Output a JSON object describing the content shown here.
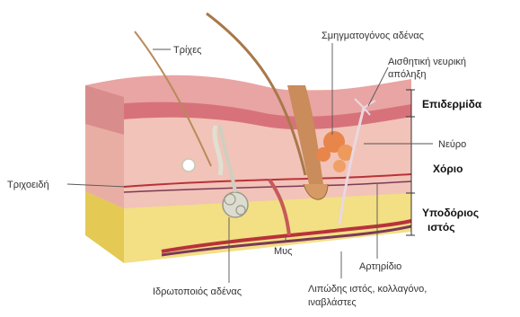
{
  "labels": {
    "hairs": "Τρίχες",
    "sebaceous_gland": "Σμηγματογόνος αδένας",
    "sensory_nerve_ending_line1": "Αισθητική νευρική",
    "sensory_nerve_ending_line2": "απόληξη",
    "epidermis": "Επιδερμίδα",
    "nerve": "Νεύρο",
    "dermis": "Χόριο",
    "capillary": "Τριχοειδή",
    "hypodermis_line1": "Υποδόριος",
    "hypodermis_line2": "ιστός",
    "artery": "Αρτηρίδιο",
    "muscle": "Μυς",
    "sweat_gland": "Ιδρωτοποιός αδένας",
    "fat_tissue_line1": "Λιπώδης ιστός, κολλαγόνο,",
    "fat_tissue_line2": "ιναβλάστες"
  },
  "colors": {
    "epidermis": "#e8a5a3",
    "epidermis_dark": "#d8727a",
    "dermis": "#f2c3b8",
    "dermis_side": "#e8aea4",
    "hypodermis": "#f1dc7c",
    "hypodermis_side": "#e4c955",
    "hair": "#b98a5a",
    "gland": "#e8854b",
    "artery": "#b8323a",
    "vein": "#7a3a58"
  }
}
